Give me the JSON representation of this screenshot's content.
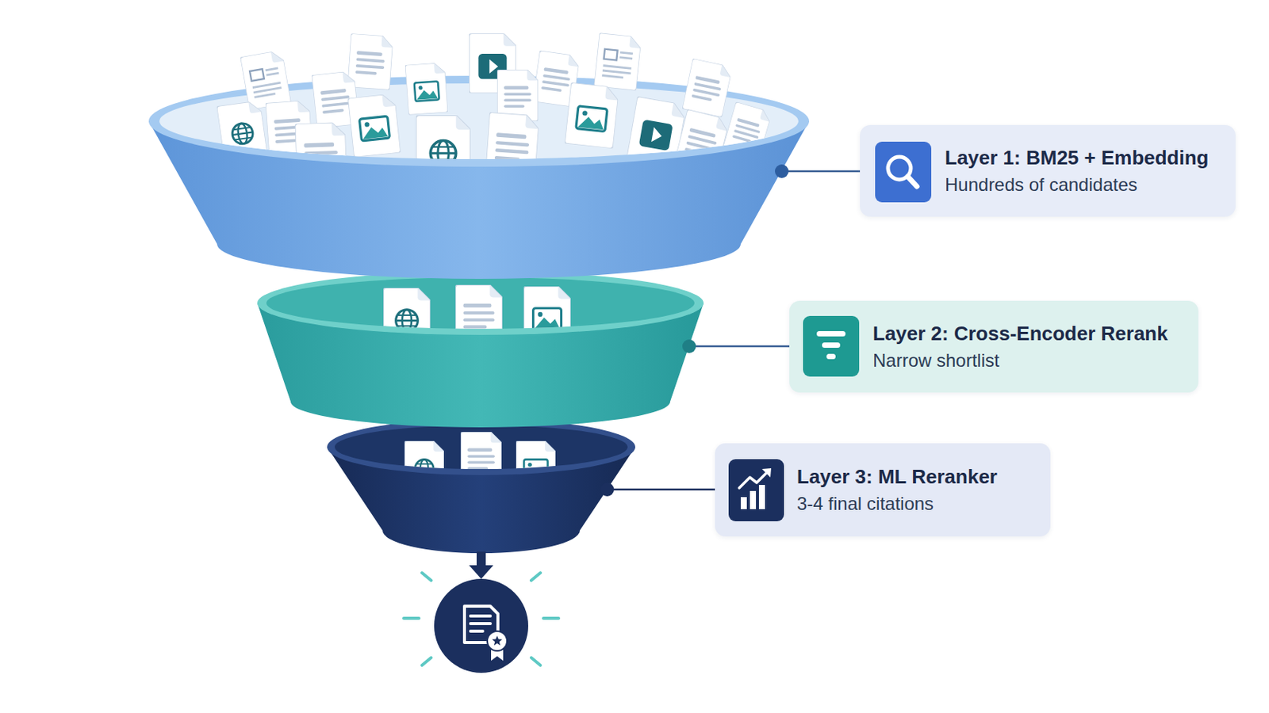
{
  "diagram": {
    "nodes": [
      {
        "text": [
          "Layer 1: BM25 + Embedding",
          "Hundreds of candidates"
        ]
      },
      {
        "text": [
          "Layer 2: Cross-Encoder Rerank",
          "Narrow shortlist"
        ]
      },
      {
        "text": [
          "Layer 3: ML Reranker",
          "3-4 final citations"
        ]
      }
    ]
  }
}
